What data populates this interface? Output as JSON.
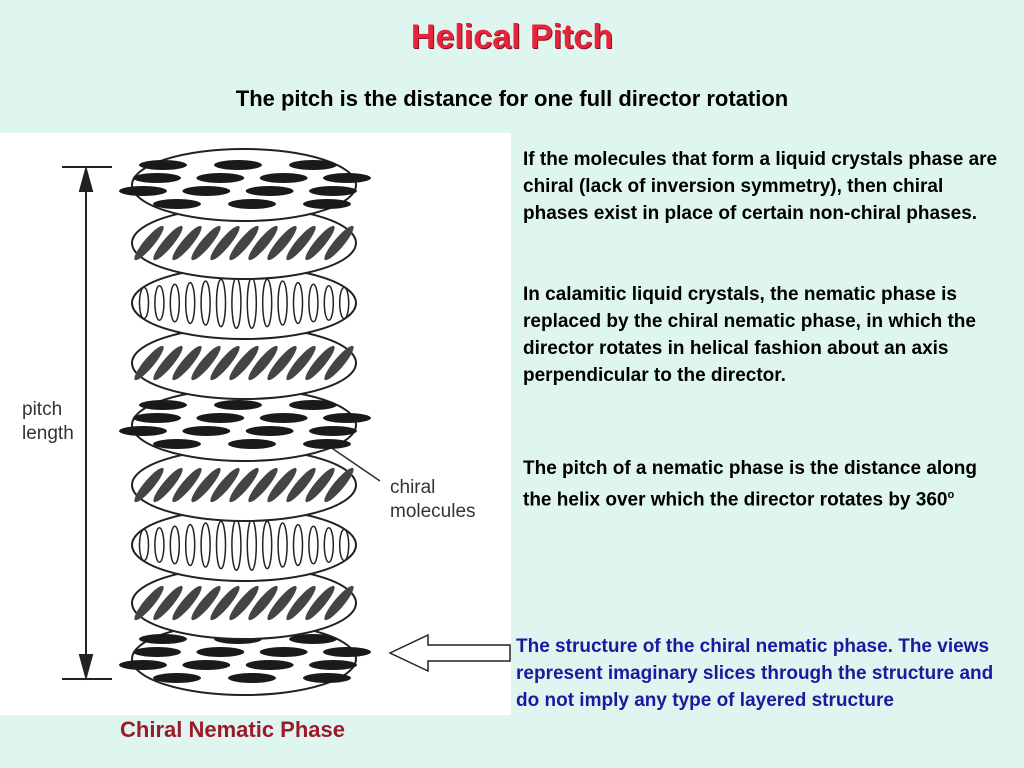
{
  "slide": {
    "title": "Helical Pitch",
    "subtitle": "The pitch is the distance for one full director rotation"
  },
  "figure": {
    "pitch_label_line1": "pitch",
    "pitch_label_line2": "length",
    "molecules_label_line1": "chiral",
    "molecules_label_line2": "molecules",
    "phase_label": "Chiral Nematic Phase"
  },
  "text": {
    "para1": "If the molecules that form a liquid crystals phase are chiral (lack of inversion symmetry), then chiral phases exist in place of certain non-chiral phases.",
    "para2": "In calamitic liquid crystals, the nematic phase is replaced by the chiral nematic phase, in which the director rotates in helical fashion about an axis perpendicular to the director.",
    "para3_main": "The pitch of a nematic phase is the distance along the helix over which the director rotates by 360",
    "para3_sup": "o",
    "caption": "The structure of the chiral nematic phase. The views represent imaginary slices through the structure and do not imply any type of layered structure"
  },
  "colors": {
    "background": "#dff5ef",
    "title": "#e8243c",
    "caption": "#1a1a9e",
    "phase_label": "#9c1a2a"
  }
}
